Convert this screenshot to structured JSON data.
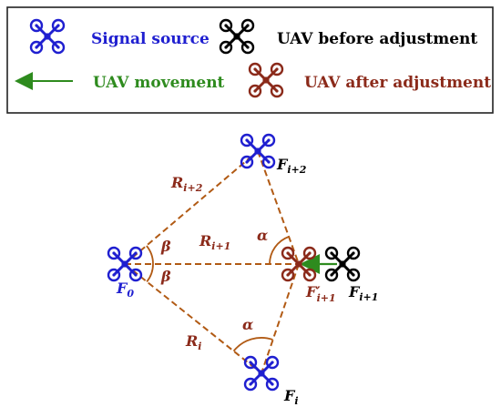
{
  "legend": {
    "signal_source": "Signal source",
    "uav_before": "UAV before adjustment",
    "uav_movement": "UAV movement",
    "uav_after": "UAV after adjustment"
  },
  "labels": {
    "f0": "F",
    "f0_sub": "0",
    "fi": "F",
    "fi_sub": "i",
    "fi2": "F",
    "fi2_sub": "i+2",
    "fi1": "F",
    "fi1_sub": "i+1",
    "fi1p": "F′",
    "fi1p_sub": "i+1",
    "ri2": "R",
    "ri2_sub": "i+2",
    "ri1": "R",
    "ri1_sub": "i+1",
    "ri": "R",
    "ri_sub": "i",
    "beta_top": "β",
    "beta_bottom": "β",
    "alpha_top": "α",
    "alpha_bottom": "α"
  },
  "colors": {
    "signal_blue": "#1f1fd0",
    "black": "#000000",
    "after_brown": "#8b2a1a",
    "dash_brown": "#b15a14",
    "movement_green": "#2e8b1e",
    "label_blue": "#1f1fd0",
    "label_brown": "#8b2a1a"
  },
  "icons": {
    "signal_source": "quadcopter-icon",
    "uav_before": "quadcopter-icon",
    "uav_after": "quadcopter-icon"
  }
}
